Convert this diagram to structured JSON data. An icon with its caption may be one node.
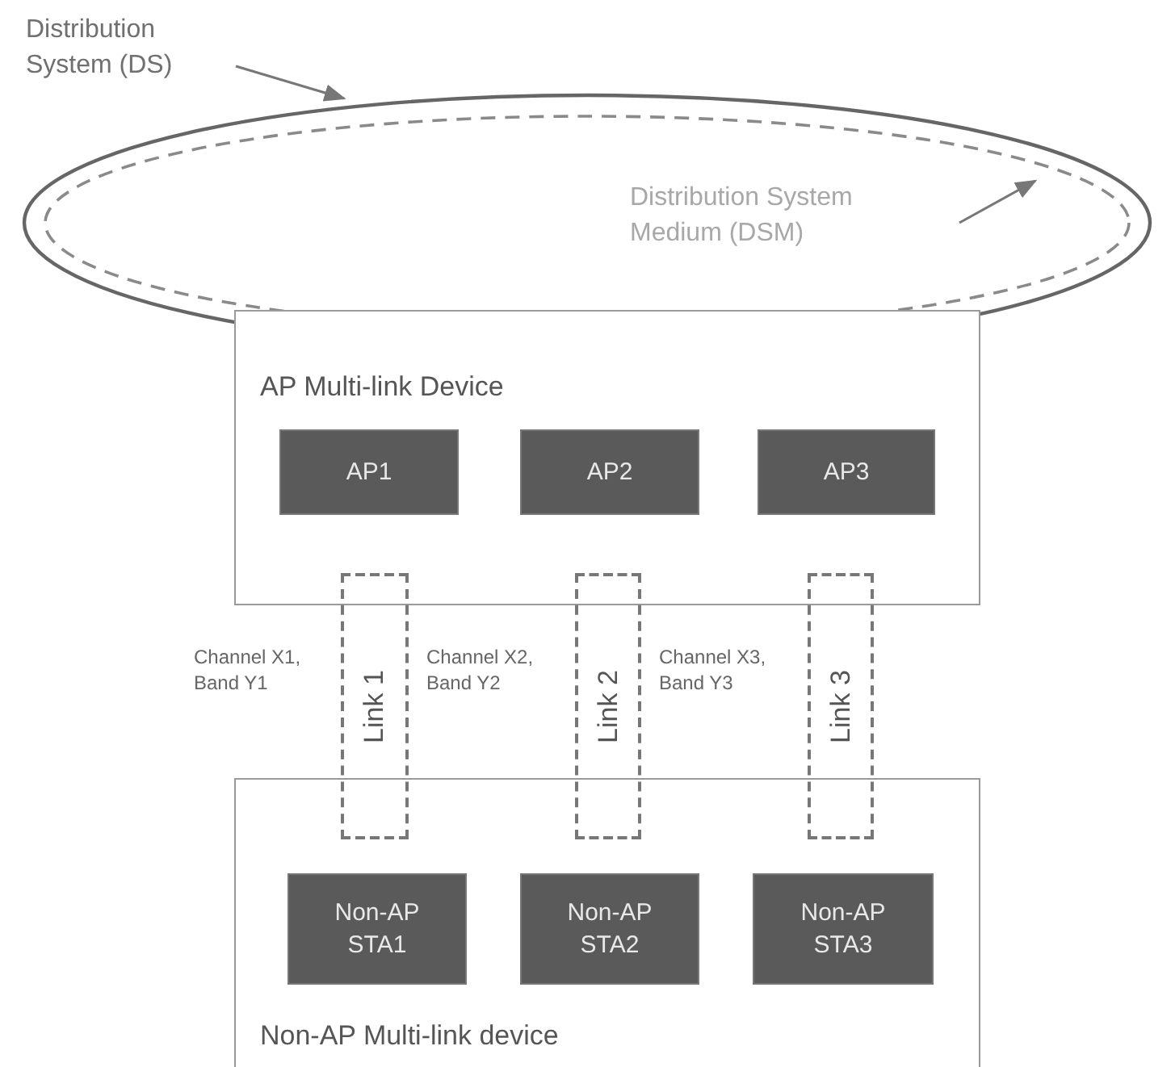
{
  "diagram": {
    "nodes": [
      {
        "text": [
          "Distribution System (DS)"
        ]
      },
      {
        "text": [],
        "shape": "ellipse"
      },
      {
        "text": [],
        "shape": "ellipse",
        "in": 1
      },
      {
        "text": [
          "Distribution System Medium (DSM)"
        ],
        "in": 2
      },
      {
        "text": [
          "AP Multi-link Device"
        ]
      },
      {
        "text": [
          "AP1"
        ],
        "in": 4
      },
      {
        "text": [
          "AP2"
        ],
        "in": 4
      },
      {
        "text": [
          "AP3"
        ],
        "in": 4
      },
      {
        "text": [
          "Non-AP Multi-link device"
        ]
      },
      {
        "text": [
          "Non-AP STA1"
        ],
        "in": 8
      },
      {
        "text": [
          "Non-AP STA2"
        ],
        "in": 8
      },
      {
        "text": [
          "Non-AP STA3"
        ],
        "in": 8
      },
      {
        "text": [
          "Link 1"
        ]
      },
      {
        "text": [
          "Link 2"
        ]
      },
      {
        "text": [
          "Link 3"
        ]
      }
    ],
    "labels": [
      "Channel X1, Band Y1",
      "Channel X2, Band Y2",
      "Channel X3, Band Y3"
    ],
    "edges": [
      {
        "from": 0,
        "to": 1,
        "arrow": "to"
      },
      {
        "from": 3,
        "to": 2,
        "arrow": "to"
      }
    ]
  }
}
